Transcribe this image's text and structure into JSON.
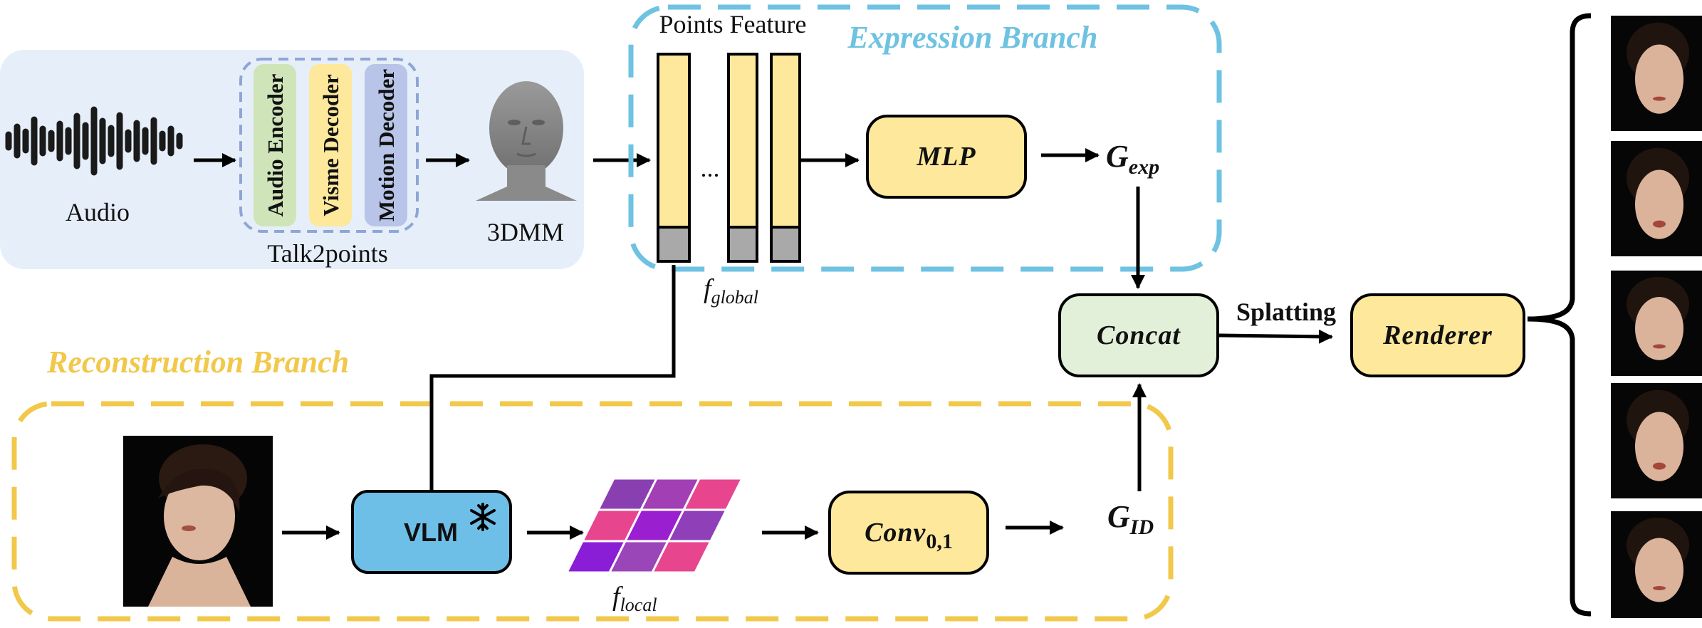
{
  "audio": {
    "label": "Audio"
  },
  "talk2points": {
    "label": "Talk2points",
    "modules": [
      "Audio Encoder",
      "Visme Decoder",
      "Motion Decoder"
    ]
  },
  "face_model": {
    "label": "3DMM"
  },
  "expression_branch": {
    "title": "Expression Branch",
    "points_feature_label": "Points Feature",
    "ellipsis": "...",
    "mlp_label": "MLP",
    "g_exp": {
      "symbol": "G",
      "subscript": "exp"
    },
    "f_global": {
      "symbol": "f",
      "subscript": "global"
    }
  },
  "reconstruction_branch": {
    "title": "Reconstruction Branch",
    "vlm_label": "VLM",
    "frozen_icon": "snowflake-icon",
    "conv": {
      "symbol": "Conv",
      "subscript": "0,1"
    },
    "g_id": {
      "symbol": "G",
      "subscript": "ID"
    },
    "f_local": {
      "symbol": "f",
      "subscript": "local"
    }
  },
  "concat_label": "Concat",
  "splatting_label": "Splatting",
  "renderer_label": "Renderer",
  "colors": {
    "expression_border": "#6ec2e2",
    "reconstruction_border": "#f2c84b",
    "yellow_box": "#fde89c",
    "green_box": "#e3f0d9",
    "vlm_box": "#6ebfe8",
    "audio_panel": "#e6eff9",
    "encoder": "#cfe5b9",
    "visme": "#fde89c",
    "motion": "#b8c5e8",
    "feature_cap": "#a9a9a9"
  }
}
